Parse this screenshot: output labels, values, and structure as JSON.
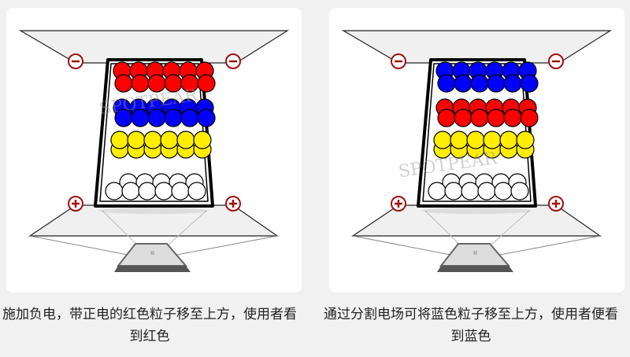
{
  "watermark": "SPOTPEAR",
  "panels": [
    {
      "caption": "施加负电，带正电的红色粒子移至上方，使用者看到红色",
      "layers": [
        "#ff0000",
        "#0000ff",
        "#ffee00",
        "#ffffff"
      ],
      "top_sign": "−",
      "bottom_sign": "+"
    },
    {
      "caption": "通过分割电场可将蓝色粒子移至上方，使用者便看到蓝色",
      "layers": [
        "#0000ff",
        "#ff0000",
        "#ffee00",
        "#ffffff"
      ],
      "top_sign": "−",
      "bottom_sign": "+"
    }
  ],
  "colors": {
    "electrode": "#a01010",
    "card": "#ffffff"
  }
}
